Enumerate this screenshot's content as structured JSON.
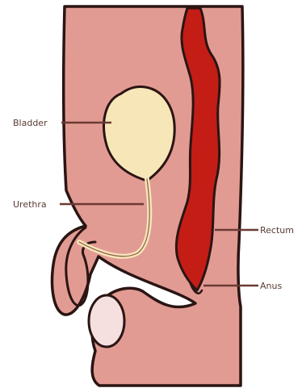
{
  "labels": {
    "bladder": "Bladder",
    "urethra": "Urethra",
    "rectum": "Rectum",
    "anus": "Anus"
  },
  "colors": {
    "background": "#ffffff",
    "body_fill": "#e29b93",
    "outline": "#2a1513",
    "bladder_fill": "#f7e6b8",
    "rectum_fill": "#c41d16",
    "testis_fill": "#f6e0df",
    "leader_line": "#6b3a34"
  }
}
